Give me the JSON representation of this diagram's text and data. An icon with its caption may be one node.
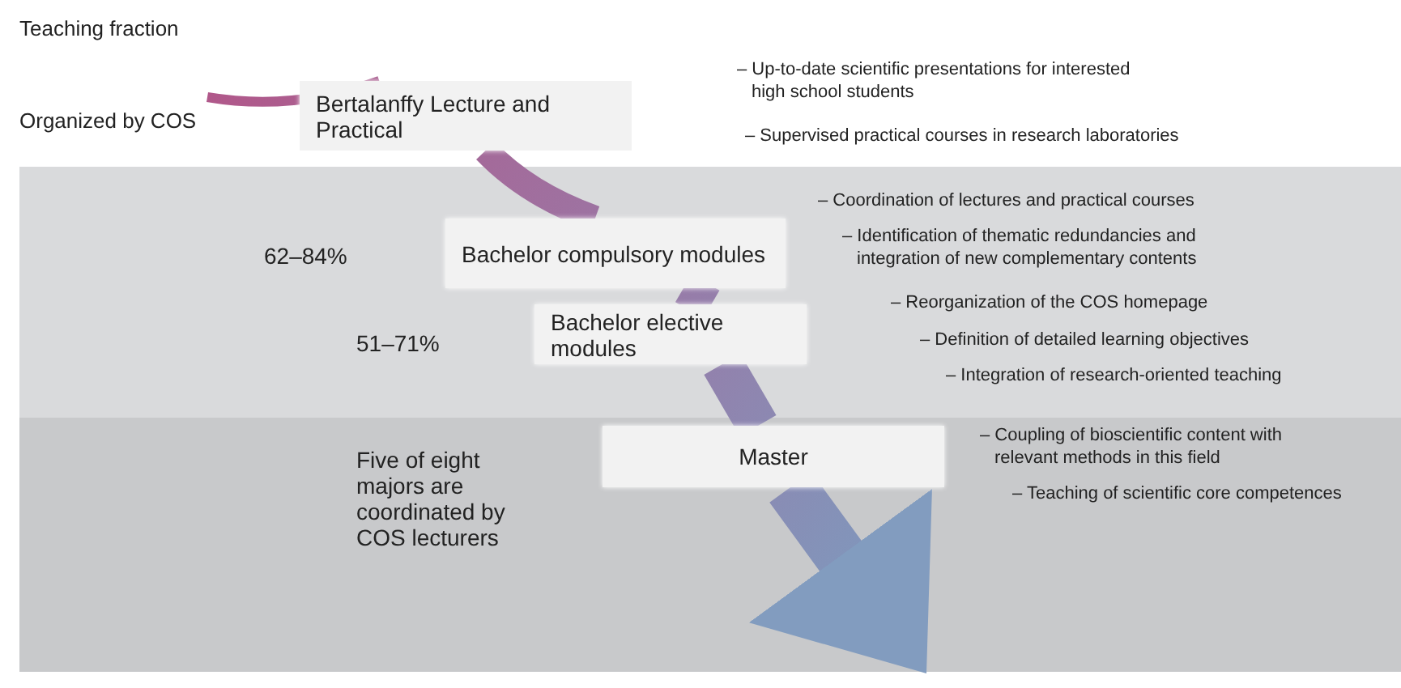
{
  "diagram": {
    "nodes": [
      {
        "text": [
          "Bertalanffy Lecture and Practical"
        ]
      },
      {
        "text": [],
        "shape": "band"
      },
      {
        "text": [
          "Bachelor compulsory modules"
        ],
        "in": 1
      },
      {
        "text": [
          "Bachelor elective modules"
        ],
        "in": 1
      },
      {
        "text": [],
        "shape": "band"
      },
      {
        "text": [
          "Master"
        ],
        "in": 4
      }
    ],
    "edges": [
      {
        "from": null,
        "to": 0,
        "arrow": "none"
      },
      {
        "from": 0,
        "to": 2,
        "arrow": "none"
      },
      {
        "from": 2,
        "to": 3,
        "arrow": "none"
      },
      {
        "from": 3,
        "to": 5,
        "arrow": "none"
      },
      {
        "from": 5,
        "to": null,
        "arrow": "to"
      }
    ],
    "labels": [
      "Teaching fraction",
      "Organized by COS",
      "– Up-to-date scientific presentations for interested high school students",
      "– Supervised practical courses in research laboratories",
      "62–84%",
      "– Coordination of lectures and practical courses",
      "– Identification of thematic redundancies and integration of new complementary contents",
      "– Reorganization of the COS homepage",
      "51–71%",
      "– Definition of detailed learning objectives",
      "– Integration of research-oriented teaching",
      "Five of eight majors are coordinated by COS lecturers",
      "– Coupling of bioscientific content with relevant methods in this field",
      "– Teaching of scientific core competences"
    ]
  }
}
